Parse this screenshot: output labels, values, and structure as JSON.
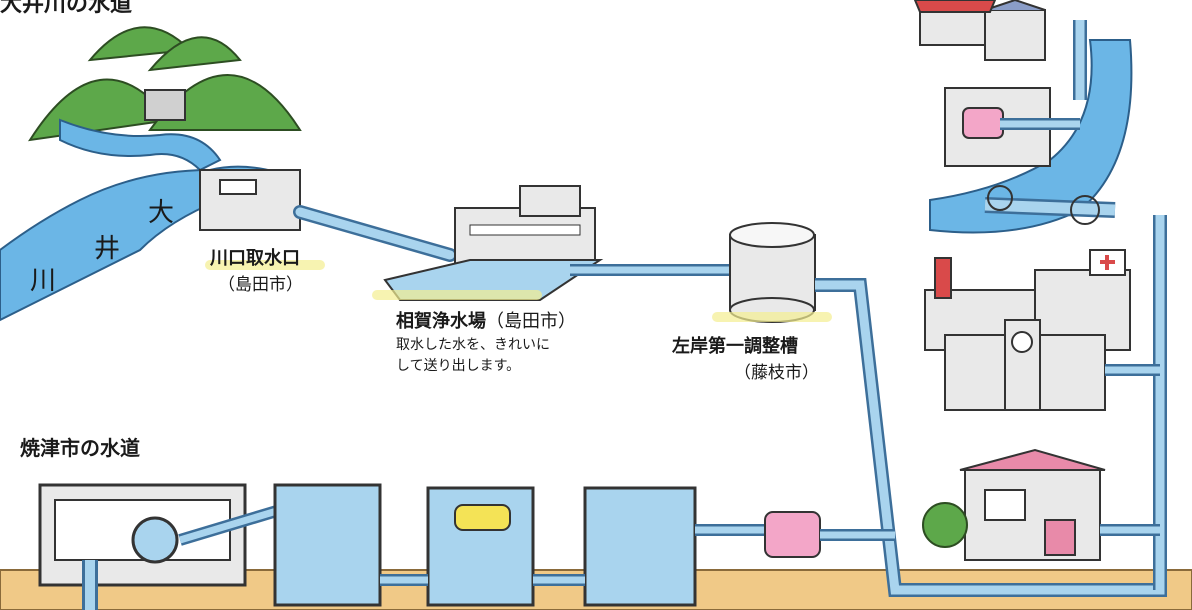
{
  "titles": {
    "top_title": "大井川の水道",
    "yaizu_title": "焼津市の水道"
  },
  "river_label": {
    "char1": "大",
    "char2": "井",
    "char3": "川"
  },
  "facilities": {
    "kawaguchi_intake": {
      "name": "川口取水口",
      "city": "（島田市）"
    },
    "aika_plant": {
      "name": "相賀浄水場",
      "city": "（島田市）",
      "desc_line1": "取水した水を、きれいに",
      "desc_line2": "して送り出します。"
    },
    "sagan_tank": {
      "name": "左岸第一調整槽",
      "city": "（藤枝市）"
    }
  },
  "colors": {
    "pipe": "#a9d4ee",
    "pipe_edge": "#3d6f9a",
    "water": "#6bb6e6",
    "mountain": "#5da84a",
    "ground": "#f0c987",
    "highlight": "#f4ee90",
    "pink_pump": "#f3a6c8",
    "yellow_pump": "#f4e356"
  }
}
